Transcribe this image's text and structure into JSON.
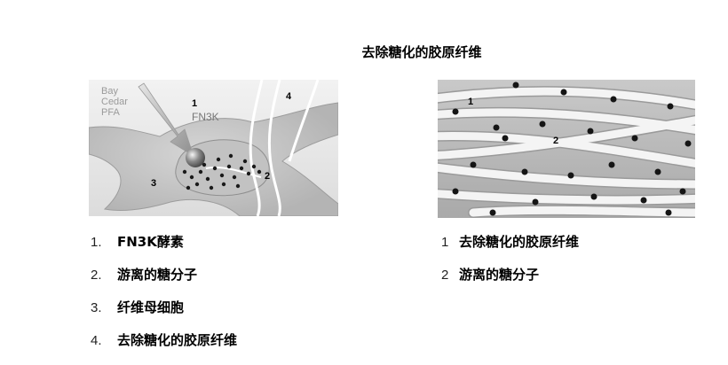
{
  "title": "去除糖化的胶原纤维",
  "cell_diagram": {
    "drug_label_lines": [
      "Bay",
      "Cedar",
      "PFA"
    ],
    "enzyme_label": "FN3K",
    "markers": [
      "1",
      "2",
      "3",
      "4"
    ]
  },
  "fiber_diagram": {
    "markers": [
      "1",
      "2"
    ]
  },
  "left_list": [
    {
      "num": "1.",
      "text": "FN3K酵素"
    },
    {
      "num": "2.",
      "text": "游离的糖分子"
    },
    {
      "num": "3.",
      "text": "纤维母细胞"
    },
    {
      "num": "4.",
      "text": "去除糖化的胶原纤维"
    }
  ],
  "right_list": [
    {
      "num": "1",
      "text": "去除糖化的胶原纤维"
    },
    {
      "num": "2",
      "text": "游离的糖分子"
    }
  ]
}
